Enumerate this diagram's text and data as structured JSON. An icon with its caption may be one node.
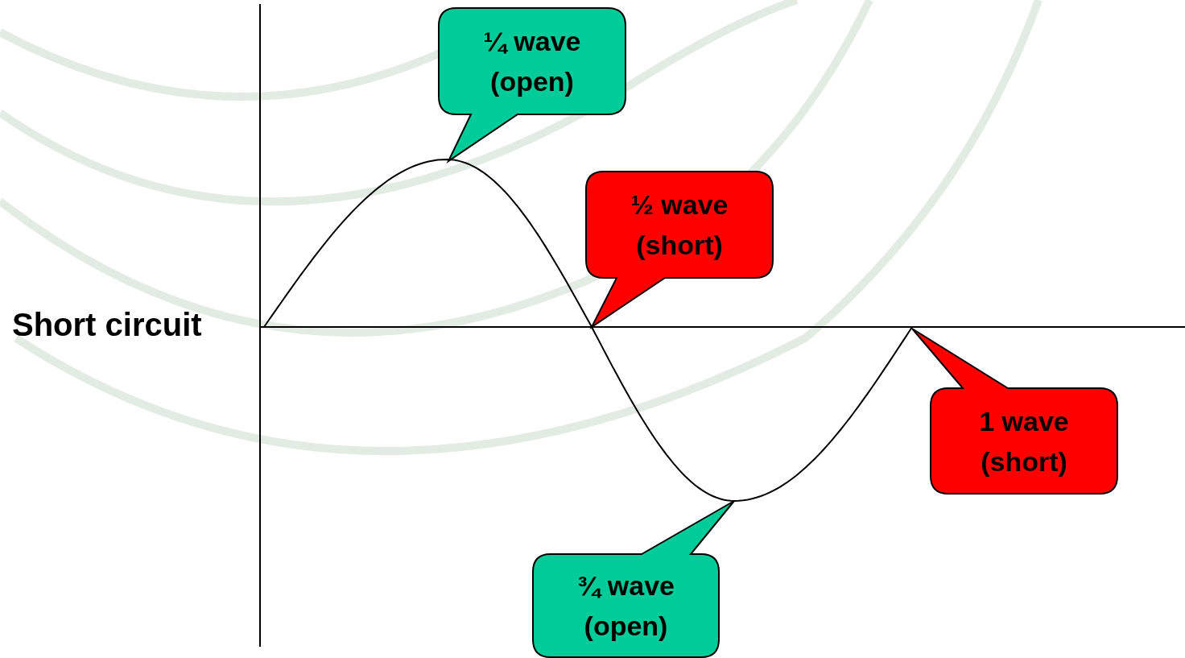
{
  "diagram": {
    "nodes": [
      {
        "text": [
          "¼ wave (open)"
        ]
      },
      {
        "text": [
          "½ wave (short)"
        ]
      },
      {
        "text": [
          "1 wave (short)"
        ]
      },
      {
        "text": [
          "¾ wave (open)"
        ]
      }
    ],
    "labels": [
      "Short circuit"
    ]
  }
}
